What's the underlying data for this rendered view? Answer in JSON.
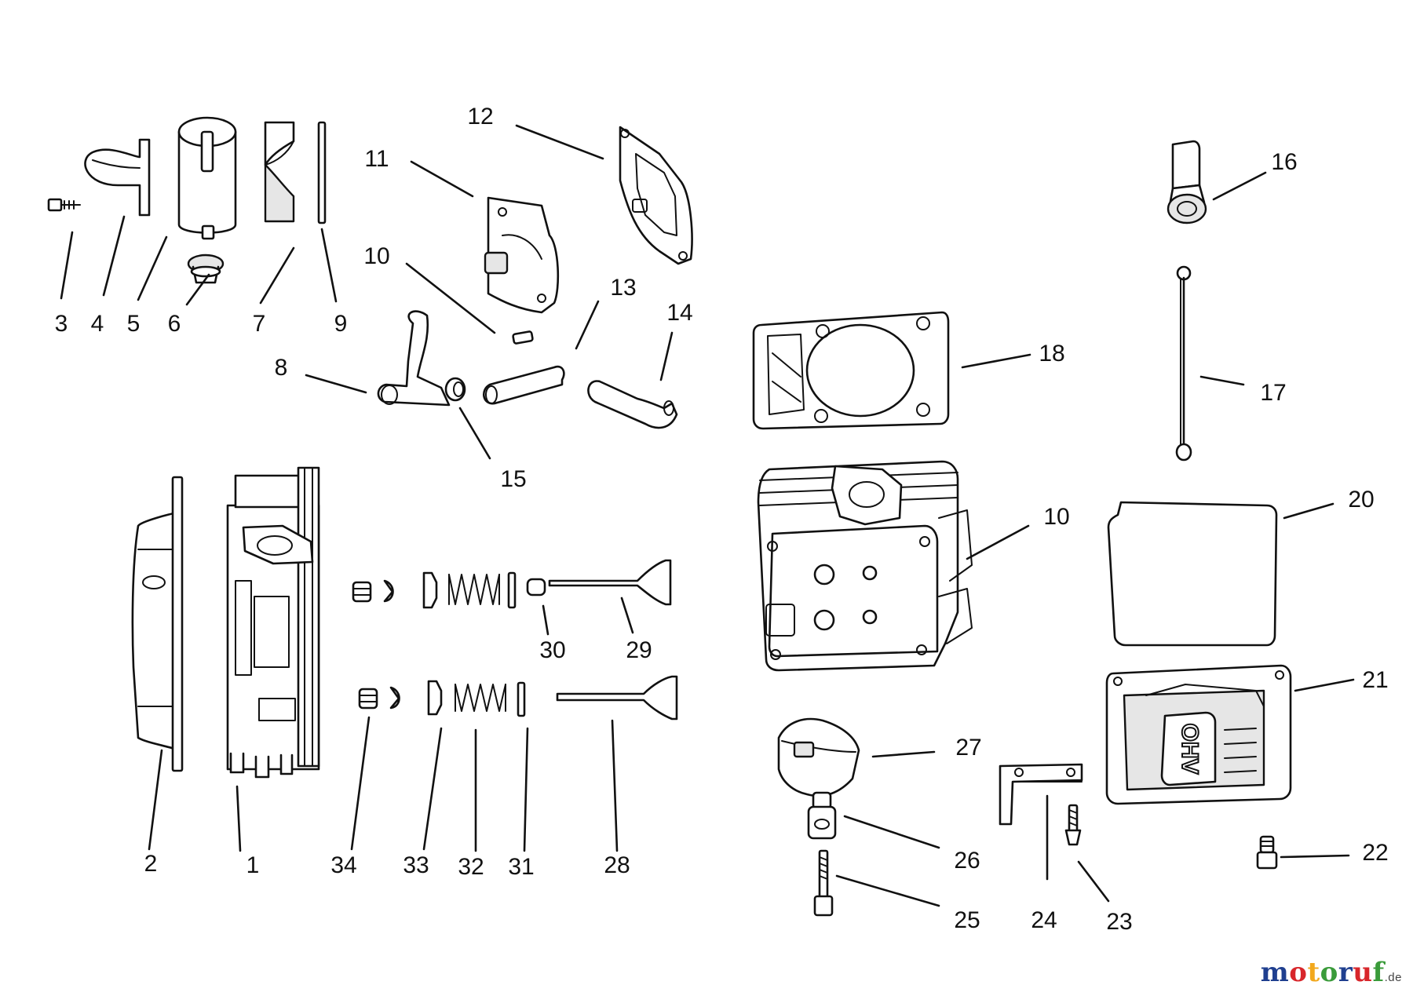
{
  "diagram": {
    "labels": [
      "1",
      "2",
      "3",
      "4",
      "5",
      "6",
      "7",
      "8",
      "9",
      "10",
      "10",
      "11",
      "12",
      "13",
      "14",
      "15",
      "16",
      "17",
      "18",
      "20",
      "21",
      "22",
      "23",
      "24",
      "25",
      "26",
      "27",
      "28",
      "29",
      "30",
      "31",
      "32",
      "33",
      "34"
    ],
    "badge_text": "OHV"
  },
  "watermark": {
    "text": "motoruf",
    "tld": ".de",
    "colors": {
      "m": "#1f3f8f",
      "o1": "#d8262b",
      "t": "#f2a81d",
      "o2": "#3a9b3a",
      "r": "#1f3f8f",
      "u": "#d8262b",
      "f": "#3a9b3a"
    }
  }
}
